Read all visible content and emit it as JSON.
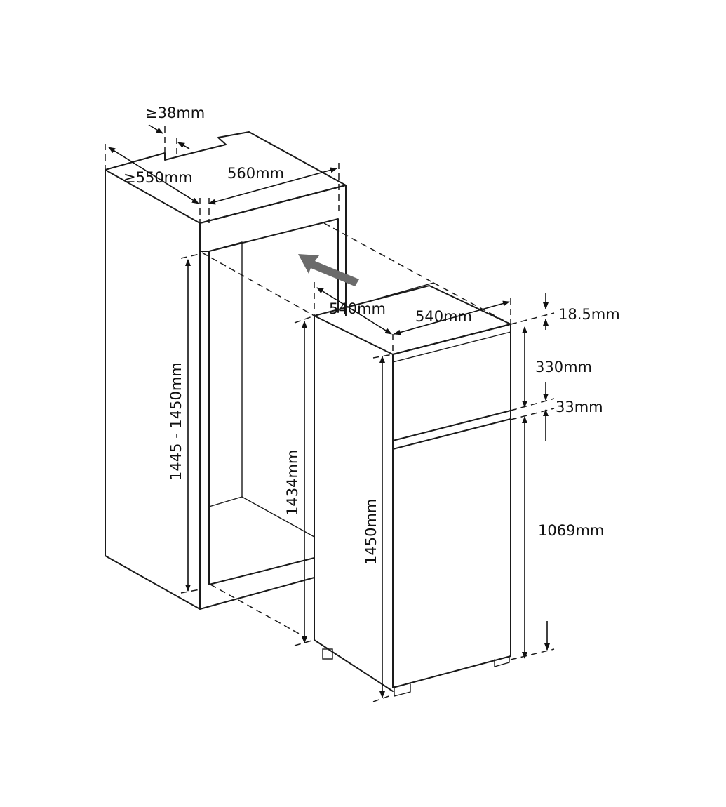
{
  "colors": {
    "line": "#1a1a1a",
    "arrow": "#6b6b6b",
    "background": "#ffffff"
  },
  "niche": {
    "depth_label": "≥550mm",
    "width_label": "560mm",
    "vent_label": "≥38mm",
    "height_label": "1445 - 1450mm"
  },
  "appliance": {
    "depth_label": "540mm",
    "width_label": "540mm",
    "side_height_label": "1434mm",
    "front_height_label": "1450mm",
    "top_gap_label": "18.5mm",
    "freezer_door_label": "330mm",
    "door_gap_label": "33mm",
    "fridge_door_label": "1069mm"
  },
  "icons": {
    "insert_arrow": "arrow-insert-icon"
  }
}
